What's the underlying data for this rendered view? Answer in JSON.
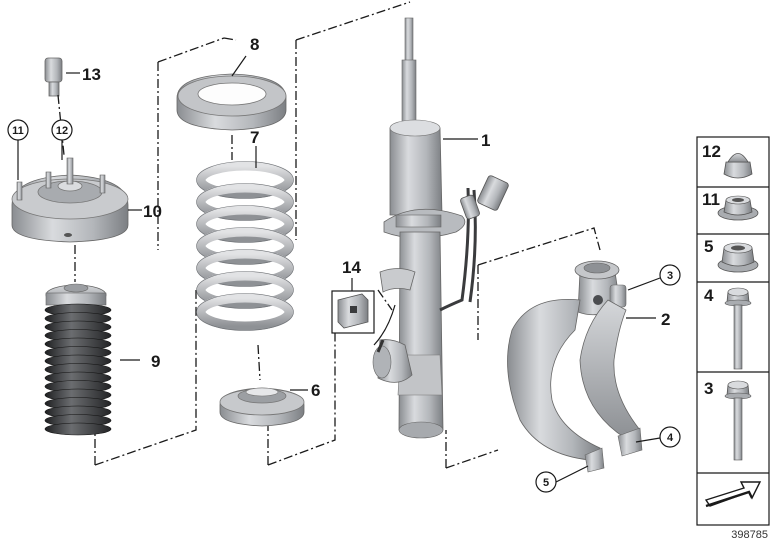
{
  "labels": {
    "p1": "1",
    "p2": "2",
    "p3": "3",
    "p4": "4",
    "p5": "5",
    "p6": "6",
    "p7": "7",
    "p8": "8",
    "p9": "9",
    "p10": "10",
    "p11": "11",
    "p12": "12",
    "p13": "13",
    "p14": "14"
  },
  "legend": {
    "items": [
      {
        "number": "12",
        "icon": "cap-nut-icon"
      },
      {
        "number": "11",
        "icon": "flange-nut-icon"
      },
      {
        "number": "5",
        "icon": "hex-nut-icon"
      },
      {
        "number": "4",
        "icon": "long-bolt-icon"
      },
      {
        "number": "3",
        "icon": "short-bolt-icon"
      }
    ]
  },
  "diagram_number": "398785"
}
